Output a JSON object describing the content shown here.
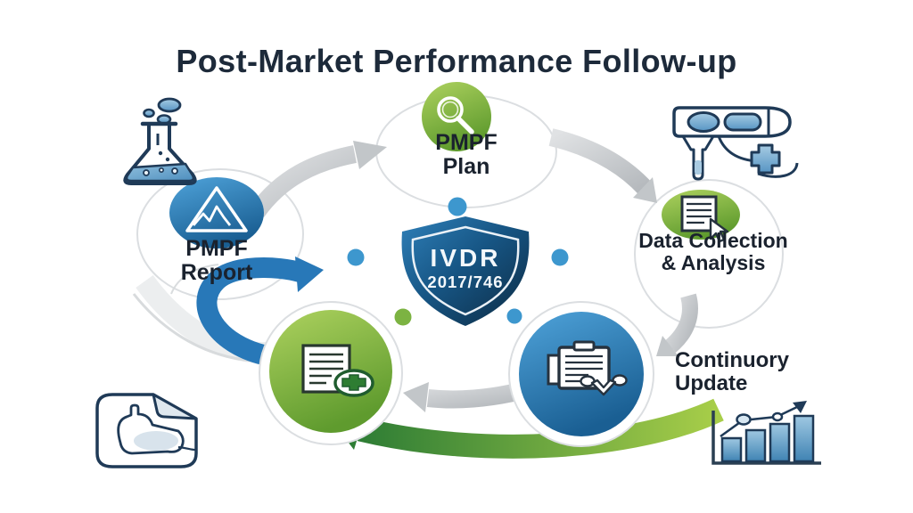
{
  "title": "Post-Market Performance Follow-up",
  "shield": {
    "name": "IVDR",
    "regulation": "2017/746"
  },
  "nodes": {
    "plan": {
      "line1": "PMPF",
      "line2": "Plan"
    },
    "data_collection": {
      "line1": "Data Collection",
      "line2": "& Analysis"
    },
    "continuous_update": {
      "line1": "Continuory",
      "line2": "Update"
    },
    "report": {
      "line1": "PMPF",
      "line2": "Report"
    }
  },
  "icons": {
    "plan": "magnifier-icon",
    "data_collection": "document-cursor-icon",
    "continuous_update": "clipboard-download-icon",
    "document_add": "document-plus-icon",
    "report": "mountain-chart-icon",
    "center": "shield-icon",
    "top_left": "flask-icon",
    "top_right": "ivd-test-device-icon",
    "bottom_left": "document-outline-icon",
    "bottom_right": "bar-chart-trend-icon"
  },
  "colors": {
    "title_text": "#1D2A3A",
    "label_text": "#1A222E",
    "green": "#7CB342",
    "blue": "#2980B9",
    "navy_outline": "#1F3A57",
    "arrow_gray": "#C2C6C9",
    "arrow_green_dark": "#2F7D35",
    "arrow_green_light": "#A8CE49",
    "arrow_blue": "#2878B8",
    "shield_dark": "#0D2C46",
    "shield_light": "#2E7CB5",
    "dot_blue": "#3D97CE",
    "dot_green": "#7CB342"
  }
}
